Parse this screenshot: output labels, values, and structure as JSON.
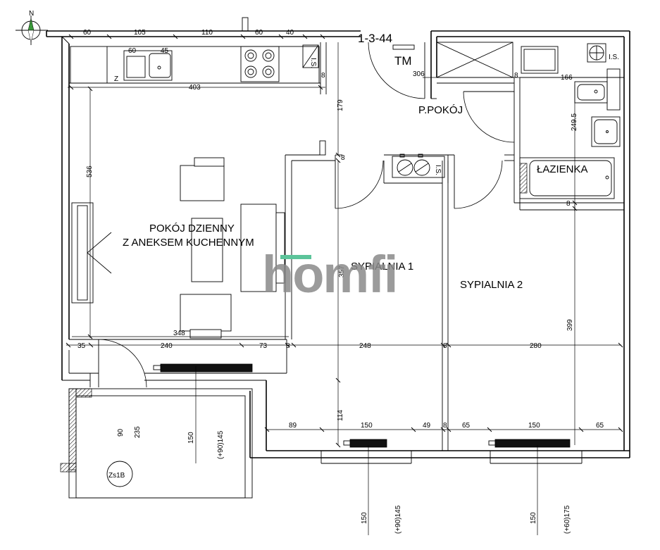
{
  "header": {
    "compass_label": "N",
    "apartment_code": "1-3-44",
    "tm_label": "TM"
  },
  "rooms": {
    "living": [
      "POKÓJ DZIENNY",
      "Z ANEKSEM KUCHENNYM"
    ],
    "bedroom1": "SYPIALNIA 1",
    "bedroom2": "SYPIALNIA 2",
    "bathroom": "ŁAZIENKA",
    "hall": "P.POKÓJ",
    "balcony_tag": "Zs1B"
  },
  "fixtures": {
    "is_labels": [
      "I.S.",
      "I.S.",
      "I.S."
    ],
    "fridge_label": "Z",
    "sink_dims": [
      "60",
      "45"
    ]
  },
  "dimensions": {
    "kitchen_top": [
      "60",
      "105",
      "110",
      "60",
      "40"
    ],
    "hall_306": "306",
    "bath_166": "166",
    "kitchen_403": "403",
    "wall_179": "179",
    "bath_249": "249.5",
    "living_536": "536",
    "bed1_357": "357",
    "bed2_399": "399",
    "living_348": "348",
    "bottom_row": [
      "35",
      "240",
      "73",
      "8",
      "248",
      "8",
      "280"
    ],
    "wall_8": "8",
    "lower_114": "114",
    "window_row": [
      "89",
      "150",
      "49",
      "8",
      "65",
      "150",
      "65"
    ],
    "balcony_90": "90",
    "balcony_235": "235",
    "door_150": "150",
    "door_90_145": "(+90)145",
    "win1_150": "150",
    "win1_90_145": "(+90)145",
    "win2_150": "150",
    "win2_60_175": "(+60)175"
  },
  "watermark": "homfi"
}
